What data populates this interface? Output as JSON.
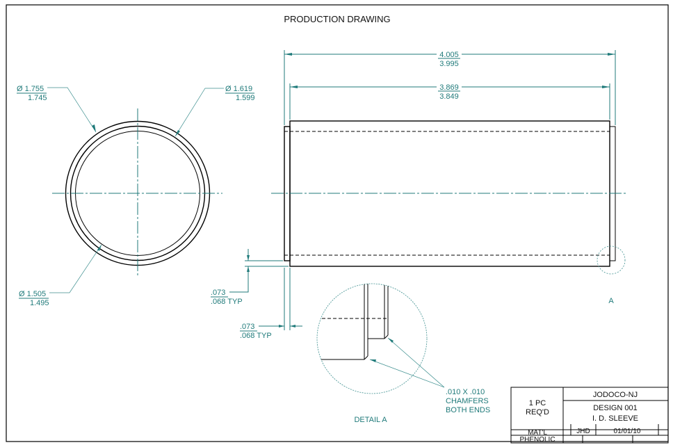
{
  "title": "PRODUCTION DRAWING",
  "end_view": {
    "dia_outer": {
      "upper": "Ø 1.755",
      "lower": "1.745"
    },
    "dia_step": {
      "upper": "Ø 1.619",
      "lower": "1.599"
    },
    "dia_inner": {
      "upper": "Ø 1.505",
      "lower": "1.495"
    }
  },
  "side_view": {
    "overall_length": {
      "upper": "4.005",
      "lower": "3.995"
    },
    "body_length": {
      "upper": "3.869",
      "lower": "3.849"
    },
    "step_radial": {
      "upper": ".073",
      "lower": ".068 TYP"
    },
    "step_axial": {
      "upper": ".073",
      "lower": ".068 TYP"
    },
    "detail_callout": "A"
  },
  "detail": {
    "label": "DETAIL A",
    "note": [
      ".010 X .010",
      "CHAMFERS",
      "BOTH ENDS"
    ]
  },
  "title_block": {
    "qty": [
      "1 PC",
      "REQ'D"
    ],
    "company": "JODOCO-NJ",
    "design": "DESIGN 001",
    "part_name": "I. D. SLEEVE",
    "material_label": "MAT'L",
    "material": "PHENOLIC",
    "drawn_by": "JHD",
    "date": "01/01/10"
  }
}
